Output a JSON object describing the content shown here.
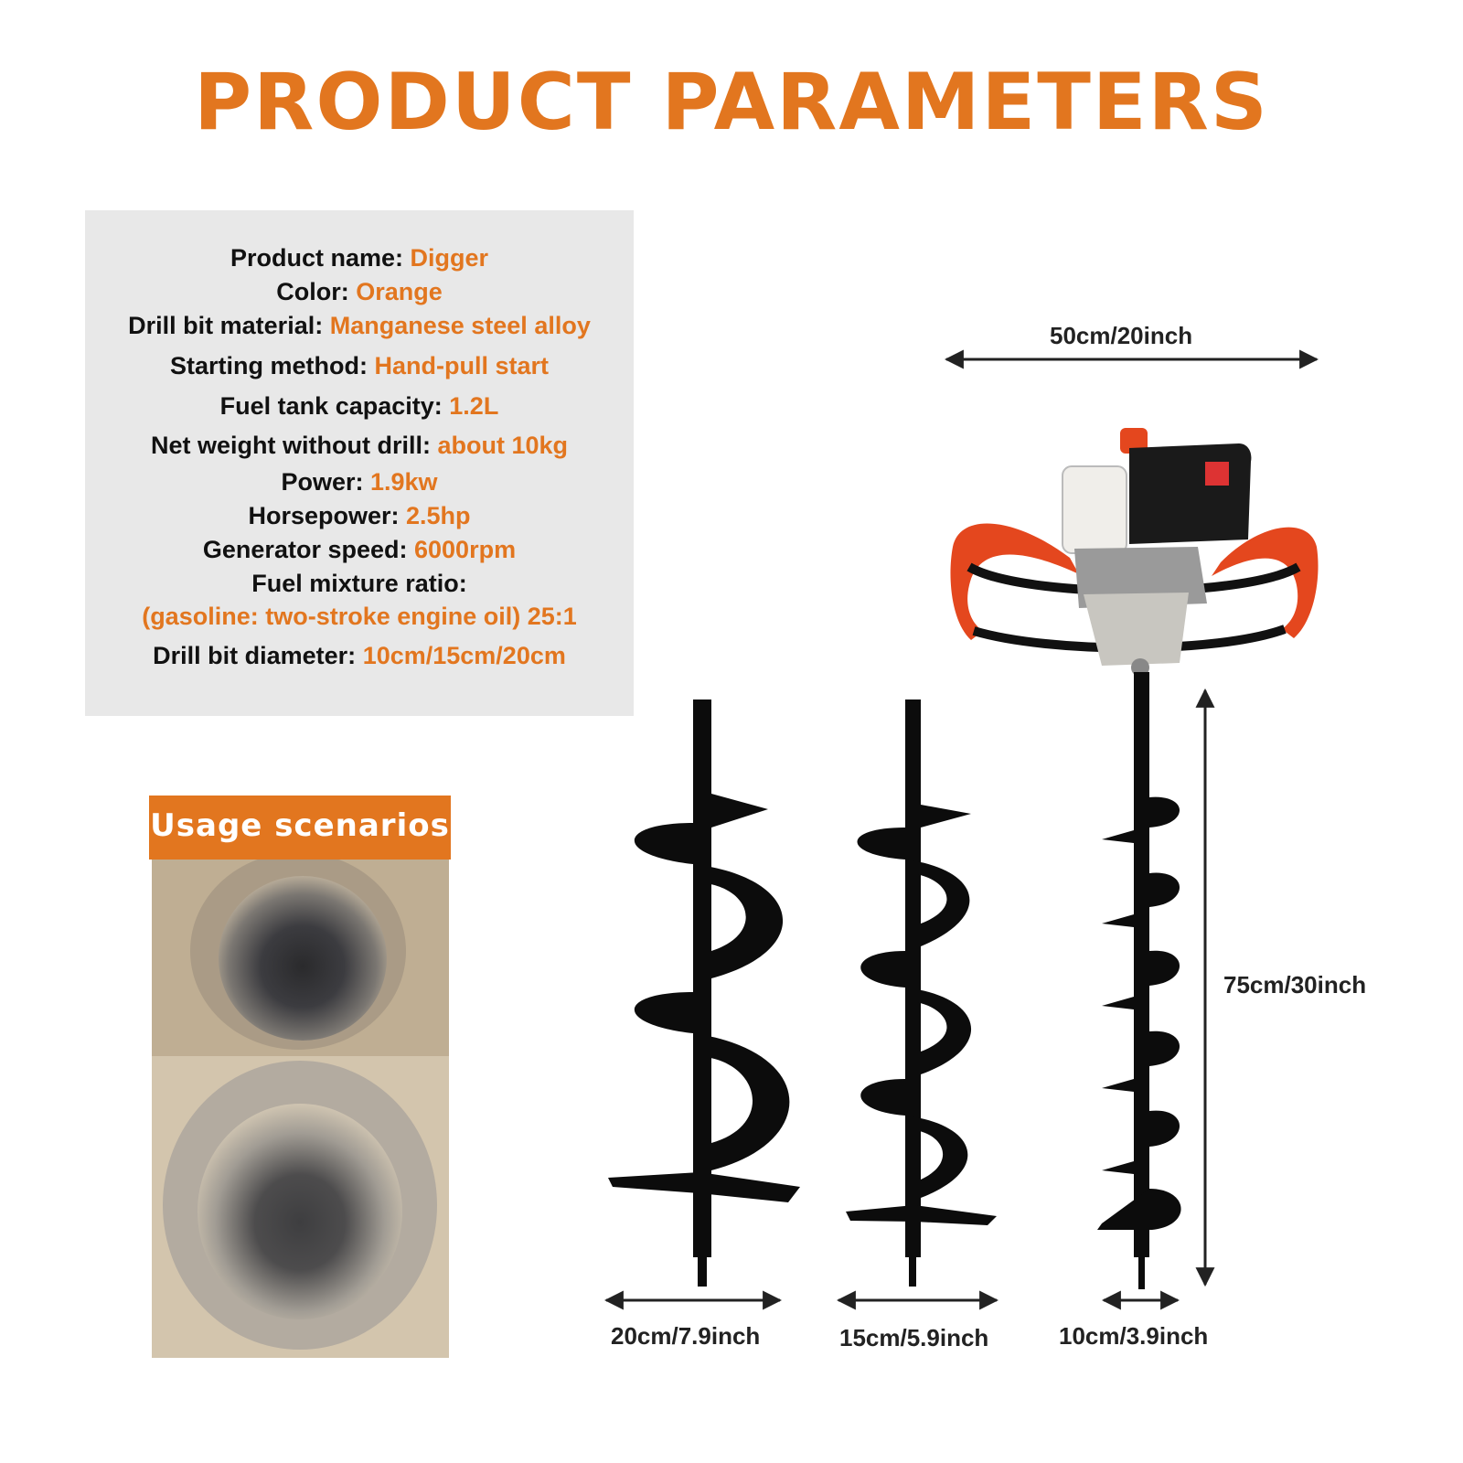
{
  "title": "PRODUCT PARAMETERS",
  "specs": [
    {
      "label": "Product name:",
      "value": "Digger"
    },
    {
      "label": "Color:",
      "value": "Orange"
    },
    {
      "label": "Drill bit material:",
      "value": "Manganese steel alloy"
    },
    {
      "label": "Starting method:",
      "value": "Hand-pull start"
    },
    {
      "label": "Fuel tank capacity:",
      "value": "1.2L"
    },
    {
      "label": "Net weight without drill:",
      "value": "about 10kg"
    },
    {
      "label": "Power:",
      "value": "1.9kw"
    },
    {
      "label": "Horsepower:",
      "value": "2.5hp"
    },
    {
      "label": "Generator speed:",
      "value": "6000rpm"
    },
    {
      "label": "Fuel mixture ratio:",
      "value": ""
    },
    {
      "label": "",
      "value": "(gasoline: two-stroke engine oil) 25:1"
    },
    {
      "label": "Drill bit diameter:",
      "value": "10cm/15cm/20cm"
    }
  ],
  "usage_label": "Usage scenarios",
  "dimensions": {
    "width": "50cm/20inch",
    "height": "75cm/30inch",
    "bit_20": "20cm/7.9inch",
    "bit_15": "15cm/5.9inch",
    "bit_10": "10cm/3.9inch"
  },
  "colors": {
    "accent": "#e2761f",
    "panel": "#e8e8e8"
  }
}
